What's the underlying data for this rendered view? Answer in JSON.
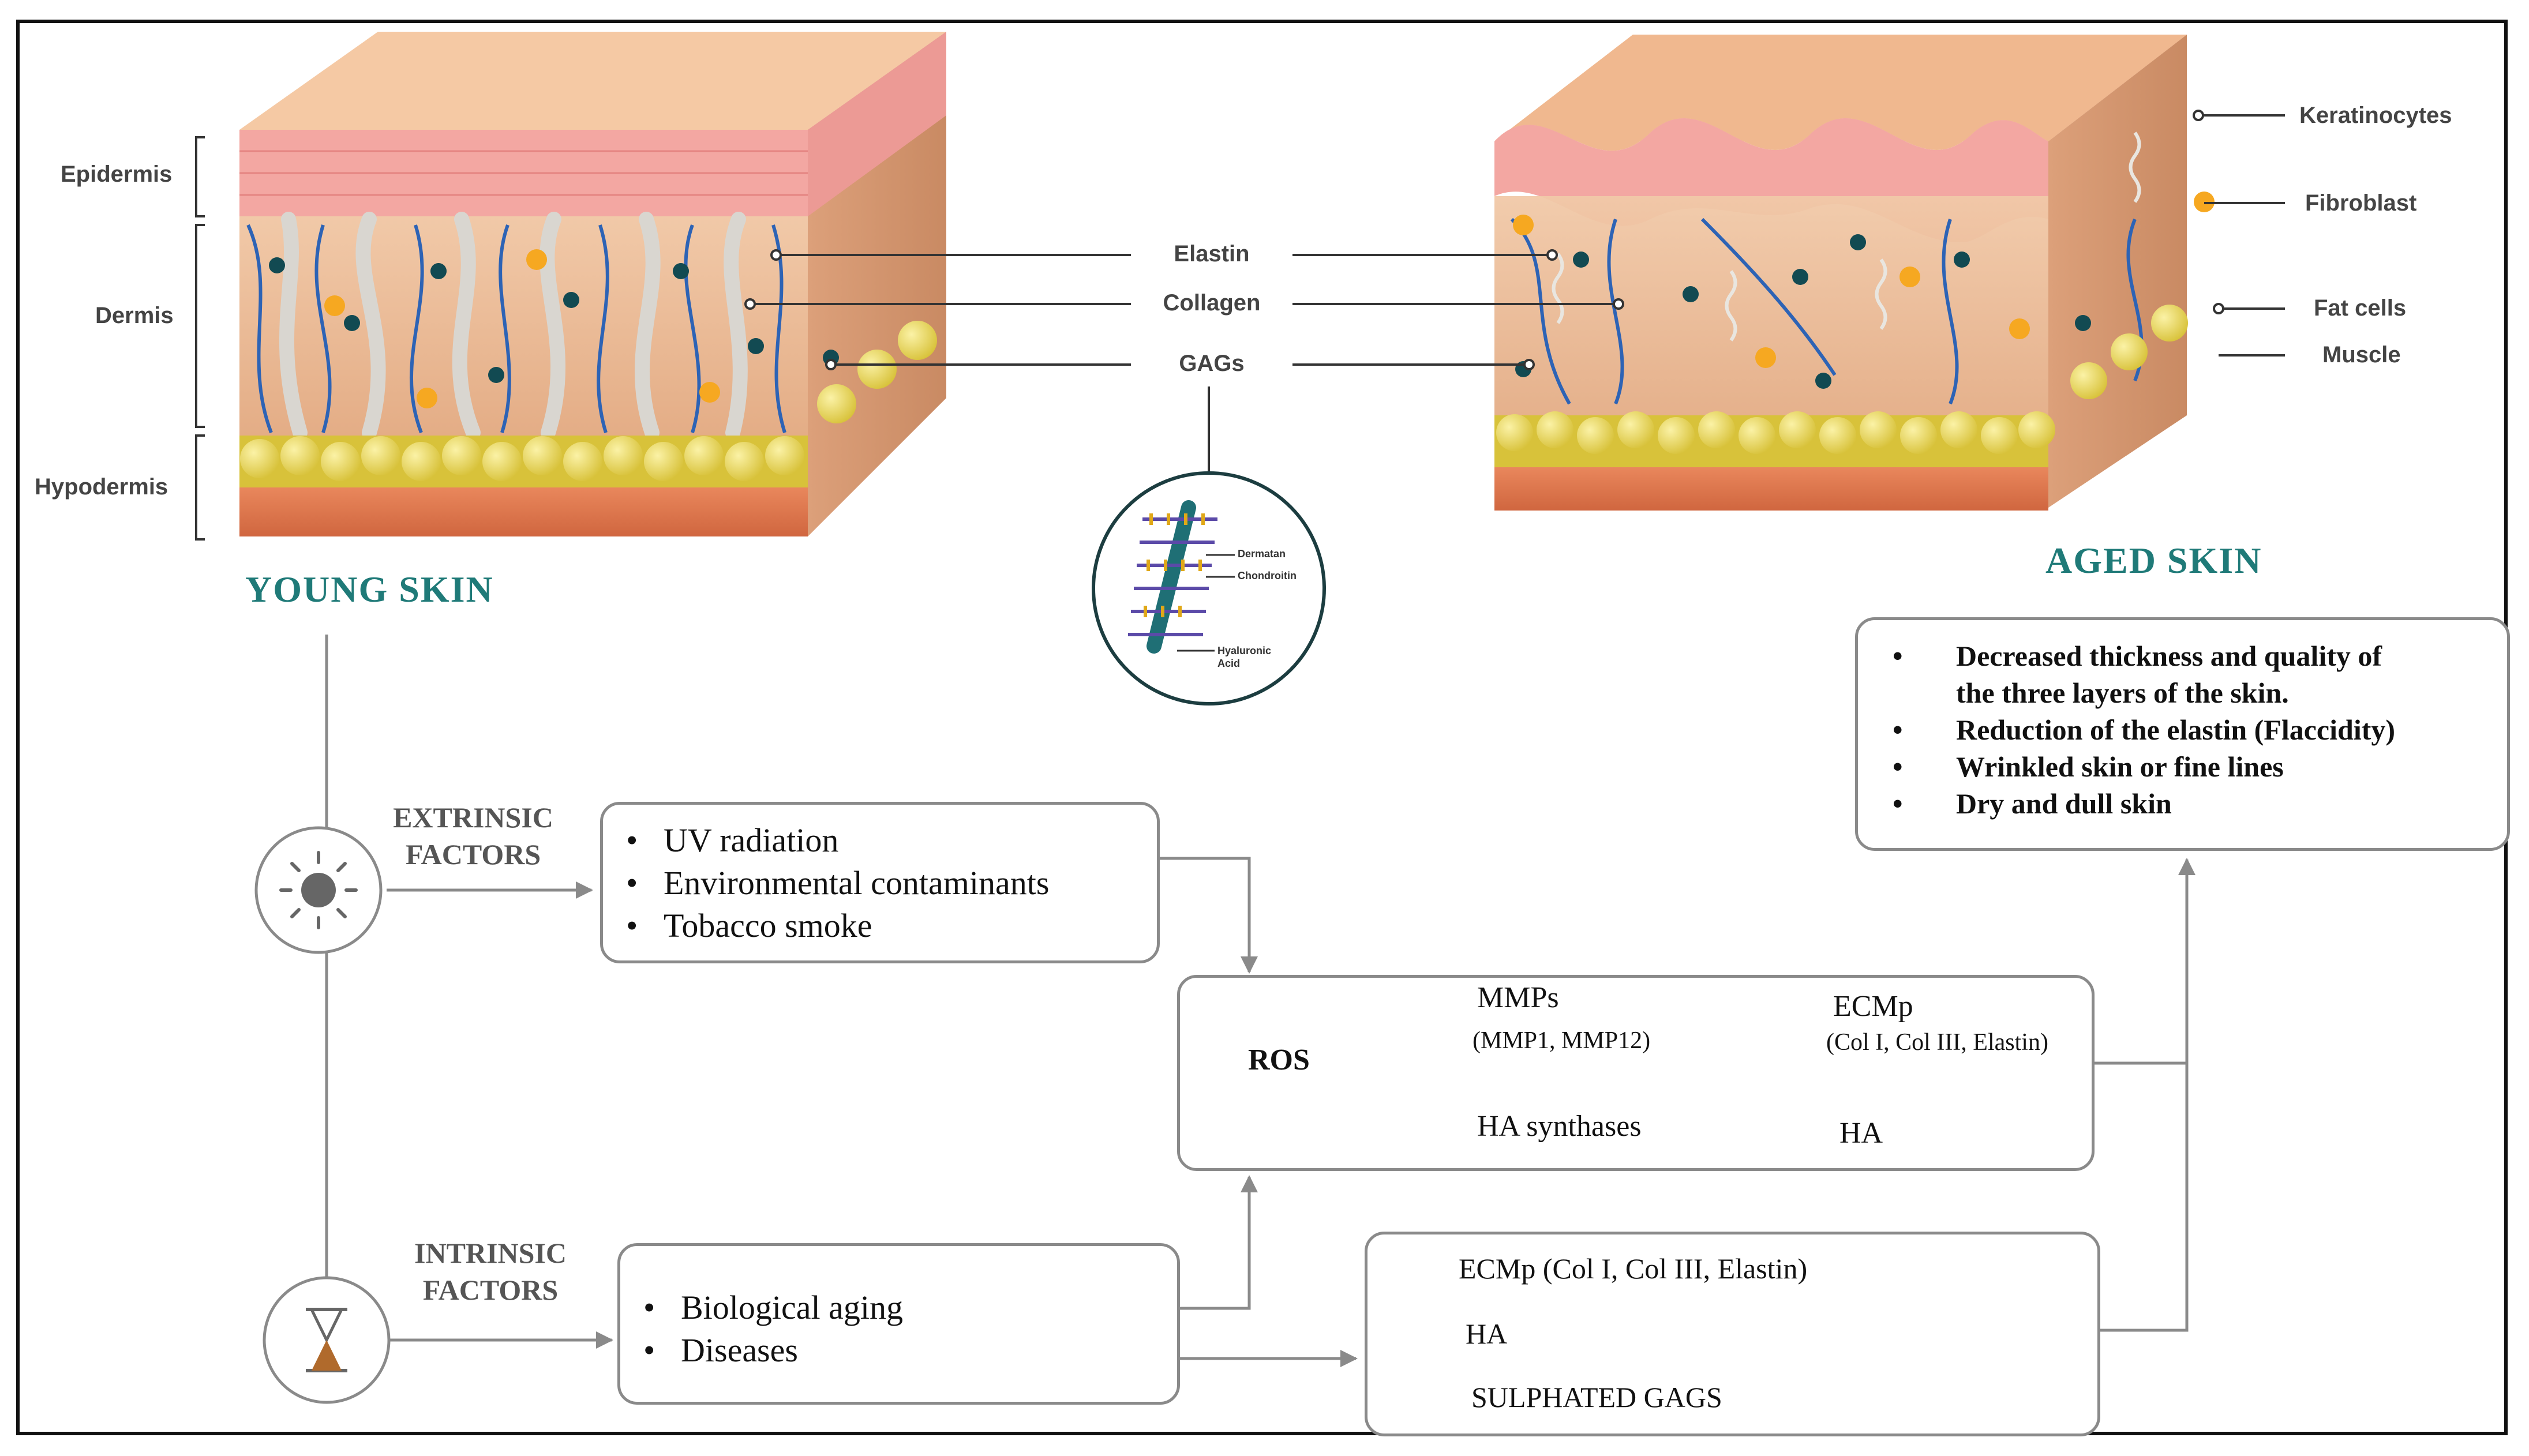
{
  "young_skin": {
    "title": "YOUNG SKIN",
    "layers": [
      "Epidermis",
      "Dermis",
      "Hypodermis"
    ]
  },
  "aged_skin": {
    "title": "AGED SKIN",
    "labels": [
      "Keratinocytes",
      "Fibroblast",
      "Fat cells",
      "Muscle"
    ]
  },
  "shared_labels": [
    "Elastin",
    "Collagen",
    "GAGs"
  ],
  "gag_inset": {
    "labels": [
      "Dermatan",
      "Chondroitin",
      "Hyaluronic",
      "Acid"
    ]
  },
  "aged_effects": [
    "Decreased thickness and quality of",
    "the three layers of the skin.",
    "Reduction of the elastin (Flaccidity)",
    "Wrinkled skin or fine lines",
    "Dry and dull skin"
  ],
  "extrinsic": {
    "label_line1": "EXTRINSIC",
    "label_line2": "FACTORS",
    "items": [
      "UV radiation",
      "Environmental contaminants",
      "Tobacco smoke"
    ]
  },
  "intrinsic": {
    "label_line1": "INTRINSIC",
    "label_line2": "FACTORS",
    "items": [
      "Biological aging",
      "Diseases"
    ]
  },
  "ros_box": {
    "ros": "ROS",
    "mmps": "MMPs",
    "mmps_detail": "(MMP1, MMP12)",
    "ecmp": "ECMp",
    "ecmp_detail": "(Col I, Col III, Elastin)",
    "ha_synthases": "HA synthases",
    "ha": "HA"
  },
  "intrinsic_effects": [
    "ECMp (Col I, Col III, Elastin)",
    "HA",
    "SULPHATED GAGS"
  ],
  "colors": {
    "teal_title": "#1f7a78",
    "up_down_arrow": "#f4a582",
    "connector": "#8a8a8a"
  }
}
